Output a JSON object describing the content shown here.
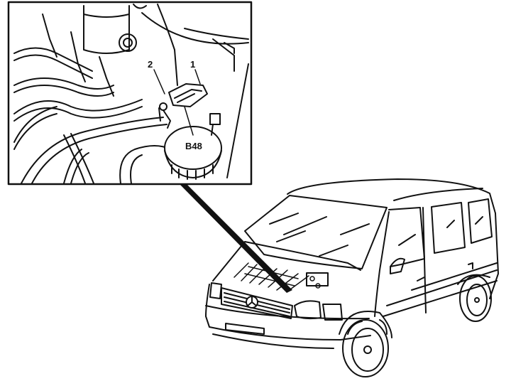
{
  "figure": {
    "description": "Location of component B48 in engine compartment of minivan",
    "inset": {
      "labels": [
        {
          "id": "1",
          "text": "1"
        },
        {
          "id": "2",
          "text": "2"
        },
        {
          "id": "B48",
          "text": "B48"
        }
      ]
    },
    "vehicle": {
      "type": "minivan",
      "hood": "open"
    }
  }
}
